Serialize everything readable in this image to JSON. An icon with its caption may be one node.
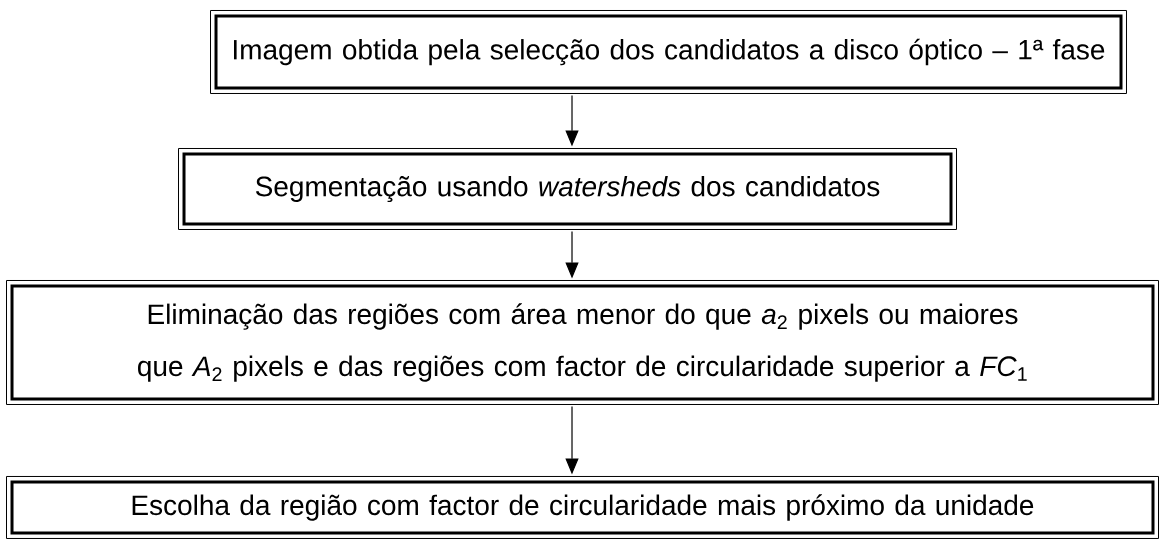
{
  "diagram": {
    "nodes": [
      {
        "text": [
          "Imagem obtida pela selecção dos candidatos a disco óptico – 1ª fase"
        ]
      },
      {
        "text": [
          "Segmentação usando *watersheds* dos candidatos"
        ]
      },
      {
        "text": [
          "Eliminação das regiões com área menor do que *a*$_{2}$ pixels ou maiores que *A*$_{2}$ pixels e das regiões com factor de circularidade superior a *FC*$_{1}$"
        ]
      },
      {
        "text": [
          "Escolha da região com factor de circularidade mais próximo da unidade"
        ]
      }
    ],
    "edges": [
      {
        "from": 0,
        "to": 1,
        "arrow": "to"
      },
      {
        "from": 1,
        "to": 2,
        "arrow": "to"
      },
      {
        "from": 2,
        "to": 3,
        "arrow": "to"
      }
    ]
  }
}
